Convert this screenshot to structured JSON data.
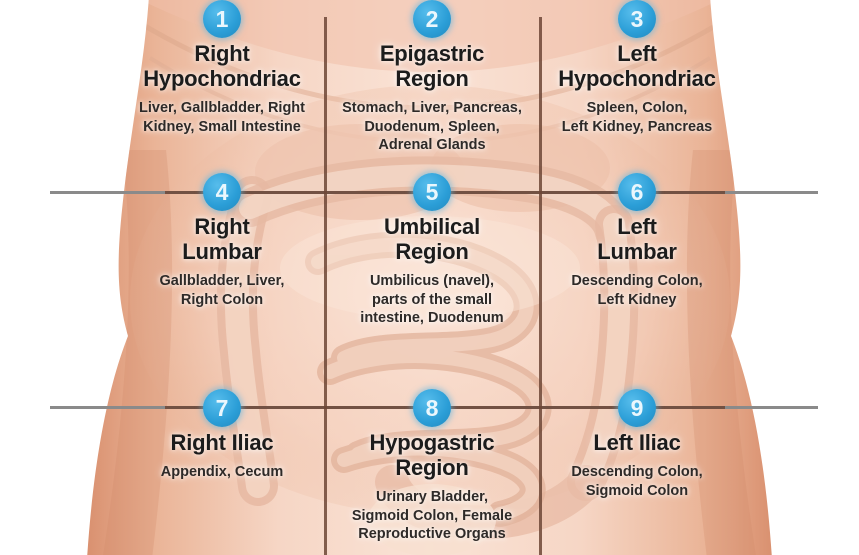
{
  "figure": {
    "subject": "nine-regions-of-the-abdomen",
    "background_color": "#ffffff",
    "badge_color": "#2b9ed7",
    "grid_line_color_outside": "#8a8a8a",
    "grid_line_color_inside": "#6d4636",
    "skin_color": "#eeb79c",
    "organ_color": "#e8c3b0"
  },
  "regions": [
    {
      "number": "1",
      "title": "Right\nHypochondriac",
      "title_line1": "Right",
      "title_line2": "Hypochondriac",
      "organs": "Liver, Gallbladder, Right\nKidney, Small Intestine",
      "organs_line1": "Liver, Gallbladder, Right",
      "organs_line2": "Kidney, Small Intestine",
      "column": "left",
      "row": 1
    },
    {
      "number": "2",
      "title": "Epigastric\nRegion",
      "title_line1": "Epigastric",
      "title_line2": "Region",
      "organs": "Stomach, Liver, Pancreas,\nDuodenum, Spleen,\nAdrenal Glands",
      "organs_line1": "Stomach, Liver, Pancreas,",
      "organs_line2": "Duodenum, Spleen,",
      "organs_line3": "Adrenal Glands",
      "column": "center",
      "row": 1
    },
    {
      "number": "3",
      "title": "Left\nHypochondriac",
      "title_line1": "Left",
      "title_line2": "Hypochondriac",
      "organs": "Spleen, Colon,\nLeft Kidney, Pancreas",
      "organs_line1": "Spleen, Colon,",
      "organs_line2": "Left Kidney, Pancreas",
      "column": "right",
      "row": 1
    },
    {
      "number": "4",
      "title": "Right\nLumbar",
      "title_line1": "Right",
      "title_line2": "Lumbar",
      "organs": "Gallbladder, Liver,\nRight Colon",
      "organs_line1": "Gallbladder, Liver,",
      "organs_line2": "Right Colon",
      "column": "left",
      "row": 2
    },
    {
      "number": "5",
      "title": "Umbilical\nRegion",
      "title_line1": "Umbilical",
      "title_line2": "Region",
      "organs": "Umbilicus (navel),\nparts of the small\nintestine, Duodenum",
      "organs_line1": "Umbilicus (navel),",
      "organs_line2": "parts of the small",
      "organs_line3": "intestine, Duodenum",
      "column": "center",
      "row": 2
    },
    {
      "number": "6",
      "title": "Left\nLumbar",
      "title_line1": "Left",
      "title_line2": "Lumbar",
      "organs": "Descending Colon,\nLeft Kidney",
      "organs_line1": "Descending Colon,",
      "organs_line2": "Left Kidney",
      "column": "right",
      "row": 2
    },
    {
      "number": "7",
      "title": "Right Iliac",
      "title_line1": "Right Iliac",
      "title_line2": "",
      "organs": "Appendix, Cecum",
      "organs_line1": "Appendix, Cecum",
      "column": "left",
      "row": 3
    },
    {
      "number": "8",
      "title": "Hypogastric\nRegion",
      "title_line1": "Hypogastric",
      "title_line2": "Region",
      "organs": "Urinary Bladder,\nSigmoid Colon, Female\nReproductive Organs",
      "organs_line1": "Urinary Bladder,",
      "organs_line2": "Sigmoid Colon, Female",
      "organs_line3": "Reproductive Organs",
      "column": "center",
      "row": 3
    },
    {
      "number": "9",
      "title": "Left Iliac",
      "title_line1": "Left Iliac",
      "title_line2": "",
      "organs": "Descending Colon,\nSigmoid Colon",
      "organs_line1": "Descending Colon,",
      "organs_line2": "Sigmoid Colon",
      "column": "right",
      "row": 3
    }
  ]
}
